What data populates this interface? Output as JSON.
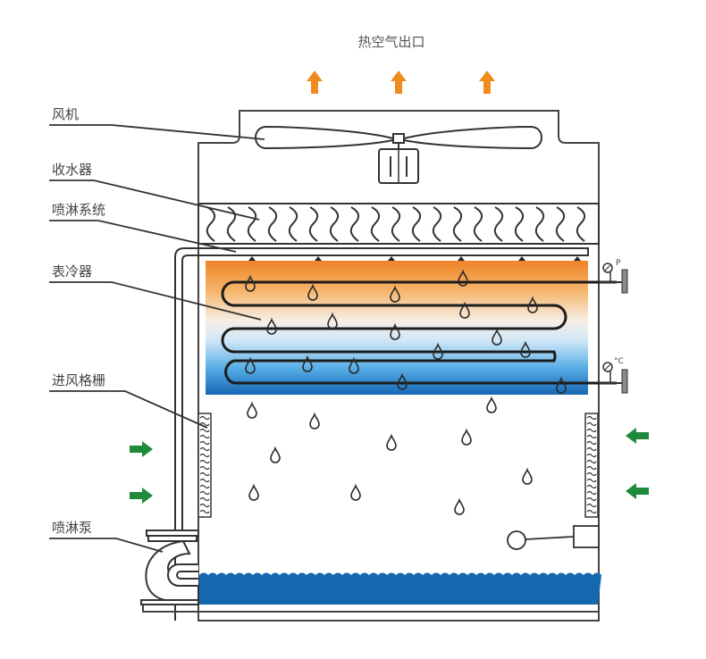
{
  "diagram": {
    "title": "热空气出口",
    "labels": {
      "fan": "风机",
      "drift_eliminator": "收水器",
      "spray_system": "喷淋系统",
      "coil": "表冷器",
      "air_inlet_louver": "进风格栅",
      "spray_pump": "喷淋泵"
    },
    "gauges": {
      "pressure": "P",
      "temperature": "°C"
    },
    "colors": {
      "hot_air_arrow": "#f08c1e",
      "cold_air_arrow": "#1f8a3a",
      "coil_hot": "#f08a2a",
      "coil_cold": "#1a73c0",
      "water": "#1468b0",
      "line": "#333333"
    }
  }
}
